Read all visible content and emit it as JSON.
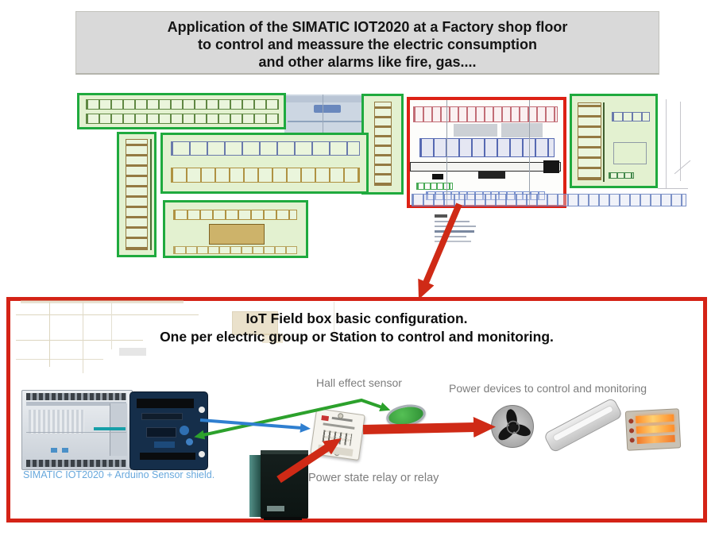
{
  "title_banner": {
    "line1": "Application of the SIMATIC IOT2020 at a Factory shop floor",
    "line2": "to control and meassure the electric consumption",
    "line3": "and other alarms like fire, gas...."
  },
  "floorplan": {
    "zone_border_green": "#1faa3e",
    "zone_border_red": "#dd2114"
  },
  "field_box": {
    "border_color": "#d42316",
    "title_line1": "IoT Field box basic configuration.",
    "title_line2": "One per electric group or Station to control and monitoring.",
    "controller_label": "SIMATIC IOT2020 + Arduino Sensor shield.",
    "hall_sensor_label": "Hall effect sensor",
    "relay_label": "Power state relay or relay",
    "power_devices_label": "Power devices to control and monitoring"
  },
  "arrow_colors": {
    "red": "#cf2a16",
    "green": "#2ca12c",
    "blue": "#2f7fd0"
  }
}
